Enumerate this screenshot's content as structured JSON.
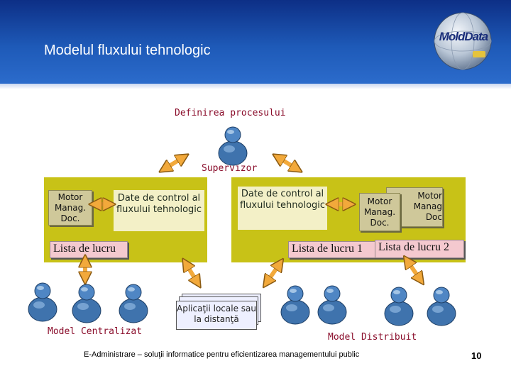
{
  "header": {
    "title": "Modelul fluxului tehnologic",
    "logo_text": "MoldData"
  },
  "diagram": {
    "top_label": "Definirea procesului",
    "supervisor_label": "Supervizor",
    "left": {
      "engine_box": "Motor Manag. Doc.",
      "control_data": "Date de control al fluxului tehnologic",
      "worklist": "Lista de lucru",
      "caption": "Model Centralizat"
    },
    "right": {
      "control_data": "Date de control al fluxului tehnologic",
      "engine_back": "Motor Manag Doc",
      "engine_front": "Motor Manag. Doc.",
      "worklist_1": "Lista de lucru 1",
      "worklist_2": "Lista de lucru 2",
      "caption": "Model Distribuit"
    },
    "apps_box": "Aplicaţii locale sau la distanţă"
  },
  "footer": {
    "text": "E-Administrare – soluţii informatice pentru eficientizarea managementului public",
    "page": "10"
  },
  "colors": {
    "header_blue": "#1e5ab8",
    "panel_olive": "#c8c217",
    "arrow_orange": "#f2a93b",
    "person_blue": "#4a7fb8"
  }
}
